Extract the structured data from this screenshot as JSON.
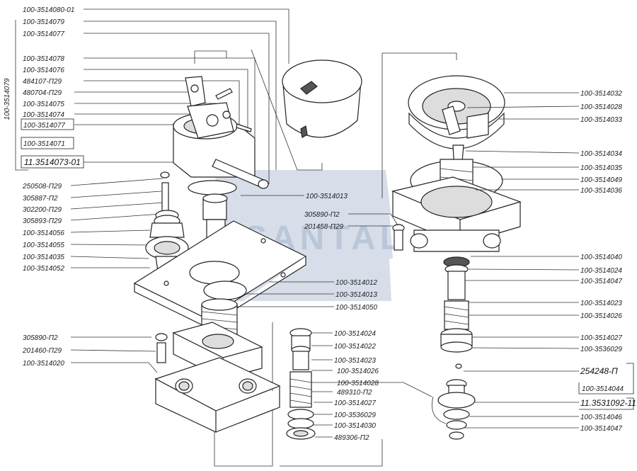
{
  "vertical_label": "100-3514079",
  "watermark": "SANTAL",
  "left_labels": [
    "100-3514080-01",
    "100-3514079",
    "100-3514077",
    "100-3514078",
    "100-3514076",
    "484107-П29",
    "480704-П29",
    "100-3514075",
    "100-3514074",
    "100-3514077",
    "100-3514071",
    "11.3514073-01",
    "250508-П29",
    "305887-П2",
    "302200-П29",
    "305893-П29",
    "100-3514056",
    "100-3514055",
    "100-3514035",
    "100-3514052",
    "305890-П2",
    "201460-П29",
    "100-3514020"
  ],
  "center_labels": [
    "100-3514013",
    "305890-П2",
    "201458-П29",
    "100-3514012",
    "100-3514013",
    "100-3514050"
  ],
  "bottom_labels": [
    "100-3514024",
    "100-3514022",
    "100-3514023",
    "100-3514026",
    "100-3514028",
    "489310-П2",
    "100-3514027",
    "100-3536029",
    "100-3514030",
    "489306-П2"
  ],
  "right_labels": [
    "100-3514032",
    "100-3514028",
    "100-3514033",
    "100-3514034",
    "100-3514035",
    "100-3514049",
    "100-3514036",
    "100-3514040",
    "100-3514024",
    "100-3514047",
    "100-3514023",
    "100-3514026",
    "100-3514027",
    "100-3536029",
    "254248-П",
    "100-3514044",
    "11.3531092-11",
    "100-3514046",
    "100-3514047"
  ]
}
